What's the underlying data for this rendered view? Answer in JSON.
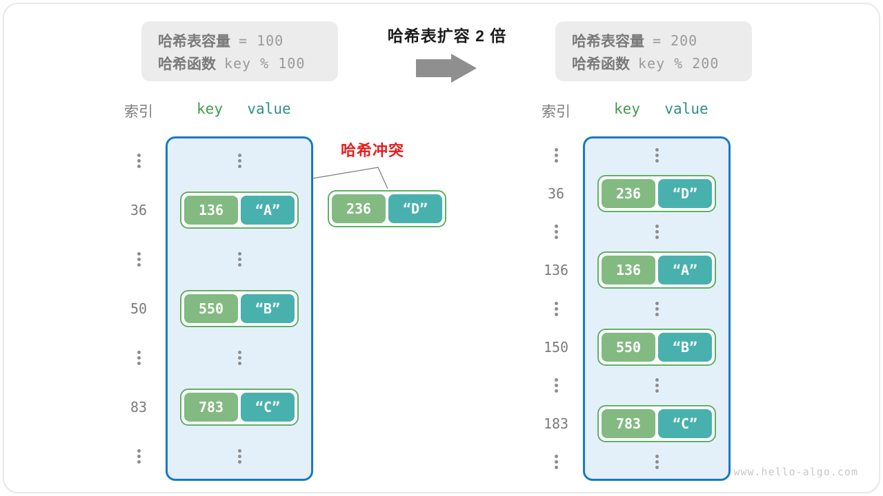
{
  "panels": {
    "before": {
      "capacity_label": "哈希表容量",
      "capacity_value": "= 100",
      "function_label": "哈希函数",
      "function_value": "key % 100"
    },
    "after": {
      "capacity_label": "哈希表容量",
      "capacity_value": "= 200",
      "function_label": "哈希函数",
      "function_value": "key % 200"
    }
  },
  "transition": {
    "title": "哈希表扩容 2 倍",
    "arrow_icon": "right-arrow"
  },
  "collision": {
    "label": "哈希冲突",
    "pair": {
      "key": "236",
      "value": "“D”"
    }
  },
  "tables": {
    "before": {
      "headers": {
        "index": "索引",
        "key": "key",
        "value": "value"
      },
      "rows": [
        {
          "type": "dots"
        },
        {
          "type": "pair",
          "index": "36",
          "key": "136",
          "value": "“A”"
        },
        {
          "type": "dots"
        },
        {
          "type": "pair",
          "index": "50",
          "key": "550",
          "value": "“B”"
        },
        {
          "type": "dots"
        },
        {
          "type": "pair",
          "index": "83",
          "key": "783",
          "value": "“C”"
        },
        {
          "type": "dots"
        }
      ]
    },
    "after": {
      "headers": {
        "index": "索引",
        "key": "key",
        "value": "value"
      },
      "rows": [
        {
          "type": "dots"
        },
        {
          "type": "pair",
          "index": "36",
          "key": "236",
          "value": "“D”"
        },
        {
          "type": "dots"
        },
        {
          "type": "pair",
          "index": "136",
          "key": "136",
          "value": "“A”"
        },
        {
          "type": "dots"
        },
        {
          "type": "pair",
          "index": "150",
          "key": "550",
          "value": "“B”"
        },
        {
          "type": "dots"
        },
        {
          "type": "pair",
          "index": "183",
          "key": "783",
          "value": "“C”"
        },
        {
          "type": "dots"
        }
      ]
    }
  },
  "watermark": "www.hello-algo.com",
  "colors": {
    "table_border": "#1878c8",
    "table_bg": "#e4f0f9",
    "pair_border": "#5fb163",
    "key_bg": "#82ba82",
    "value_bg": "#49b1ad",
    "header_key": "#44994c",
    "header_value": "#2e8e84",
    "collision_red": "#e81c1c",
    "arrow_gray": "#8f8f8f",
    "gray_text": "#7b7b7b",
    "info_box_bg": "#ececec",
    "watermark_gray": "#c9c9c9"
  }
}
